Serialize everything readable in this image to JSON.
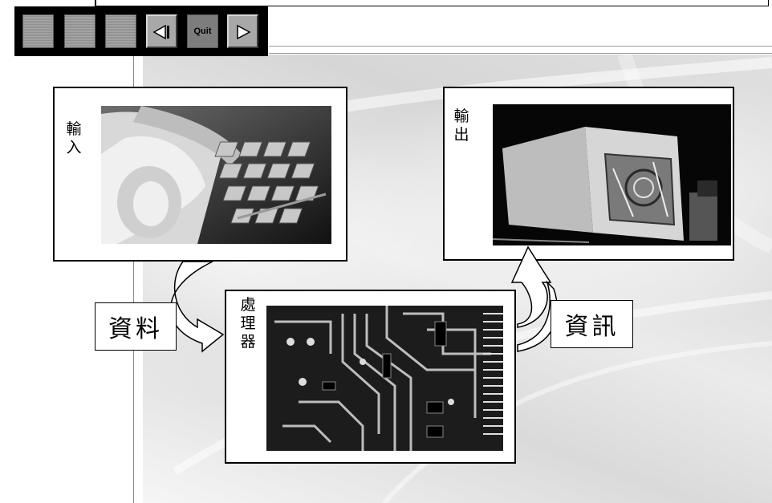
{
  "toolbar": {
    "buttons": [
      {
        "name": "blank-button-1",
        "icon": "blank"
      },
      {
        "name": "blank-button-2",
        "icon": "blank"
      },
      {
        "name": "blank-button-3",
        "icon": "blank"
      },
      {
        "name": "prev-button",
        "icon": "left-triangle-icon"
      },
      {
        "name": "quit-button",
        "label": "Quit"
      },
      {
        "name": "next-button",
        "icon": "right-triangle-icon"
      }
    ],
    "quit_label": "Quit"
  },
  "diagram": {
    "input_card": {
      "label_chars": [
        "輸",
        "入"
      ],
      "image": "paper-and-keyboard"
    },
    "output_card": {
      "label_chars": [
        "輸",
        "出"
      ],
      "image": "crt-monitor"
    },
    "processor_card": {
      "label_chars": [
        "處",
        "理",
        "器"
      ],
      "image": "circuit-board"
    },
    "data_label": "資料",
    "info_label": "資訊"
  },
  "colors": {
    "toolbar_bg": "#000000",
    "card_border": "#000000",
    "content_bg": "#dcdcdc"
  }
}
